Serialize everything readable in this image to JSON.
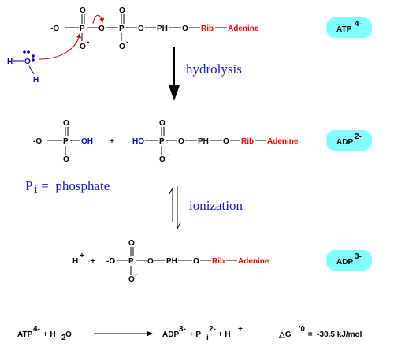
{
  "row1": {
    "o_top_1": "O",
    "o_top_2": "O",
    "o_minus": "-O",
    "p1": "P",
    "o_bridge": "O",
    "p2": "P",
    "o3": "O",
    "ph": "PH",
    "o4": "O",
    "rib": "Rib",
    "adenine": "Adenine",
    "o_bot_1": "O",
    "o_bot_2": "O",
    "sup_minus": "-",
    "water_h1": "H",
    "water_o": "O",
    "water_h2": "H",
    "badge": "ATP",
    "badge_charge": "4-"
  },
  "step1": {
    "label": "hydrolysis"
  },
  "row2": {
    "pi_o_top": "O",
    "pi_o_minus": "-O",
    "pi_p": "P",
    "pi_oh": "OH",
    "pi_o_bot": "O",
    "plus": "+",
    "adp_o_top": "O",
    "adp_ho": "HO",
    "adp_p": "P",
    "adp_o": "O",
    "adp_ph": "PH",
    "adp_o2": "O",
    "adp_rib": "Rib",
    "adp_adenine": "Adenine",
    "adp_o_bot": "O",
    "badge": "ADP",
    "badge_charge": "2-"
  },
  "pi_label": {
    "p": "P",
    "sub": "i",
    "rest": " =  phosphate"
  },
  "step2": {
    "label": "ionization"
  },
  "row3": {
    "h": "H",
    "h_charge": "+",
    "plus": "+",
    "o_top": "O",
    "o_minus": "-O",
    "p": "P",
    "o": "O",
    "ph": "PH",
    "o2": "O",
    "rib": "Rib",
    "adenine": "Adenine",
    "o_bot": "O",
    "badge": "ADP",
    "badge_charge": "3-"
  },
  "equation": {
    "atp": "ATP",
    "atp_charge": "4-",
    "plus1": " + H",
    "h2o_sub": "2",
    "o": "O",
    "adp": "ADP",
    "adp_charge": "3-",
    "plus2": " + P",
    "pi_sub": "i",
    "pi_charge": "2-",
    "plus3": " + H",
    "h_charge": "+",
    "delta": "△G",
    "delta_sup": "'0",
    "value": " =  -30.5 kJ/mol"
  },
  "colors": {
    "badge_fill": "#7fffff",
    "arrow": "#000000",
    "label_blue": "#1a1acc",
    "rib_red": "#ff0000"
  }
}
